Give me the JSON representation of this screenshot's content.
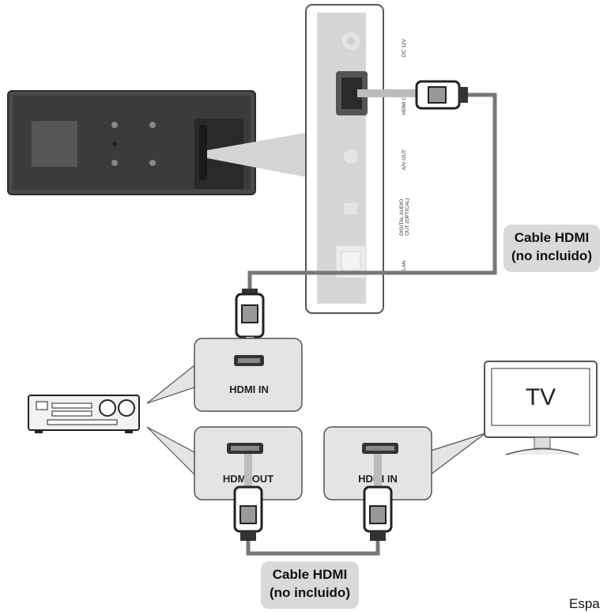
{
  "player_ports": {
    "dc": "DC 12V",
    "hdmi_out": "HDMI OUT",
    "av_out": "A/V OUT",
    "digital_audio_1": "DIGITAL AUDIO",
    "digital_audio_2": "OUT (OPTICAL)",
    "lan": "LAN"
  },
  "cable_label_top": {
    "line1": "Cable HDMI",
    "line2": "(no incluido)"
  },
  "cable_label_bottom": {
    "line1": "Cable HDMI",
    "line2": "(no incluido)"
  },
  "receiver_in": "HDMI IN",
  "receiver_out": "HDMI OUT",
  "tv_in": "HDMI IN",
  "tv_screen": "TV",
  "page_word": "Espa"
}
